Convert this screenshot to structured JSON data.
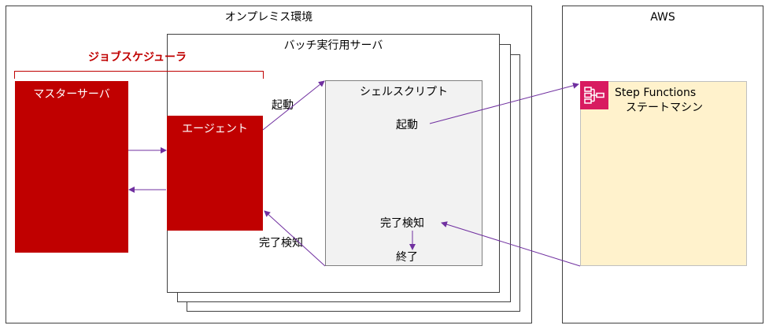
{
  "onprem": {
    "title": "オンプレミス環境"
  },
  "aws": {
    "title": "AWS"
  },
  "scheduler": {
    "title": "ジョブスケジューラ"
  },
  "master": {
    "label": "マスターサーバ"
  },
  "batch": {
    "title": "バッチ実行用サーバ"
  },
  "agent": {
    "label": "エージェント"
  },
  "shell": {
    "title": "シェルスクリプト",
    "start": "起動",
    "detect": "完了検知",
    "end": "終了"
  },
  "arrows": {
    "launch": "起動",
    "complete": "完了検知"
  },
  "step_functions": {
    "title": "Step Functions",
    "subtitle": "ステートマシン",
    "icon": "step-functions-icon"
  },
  "colors": {
    "red": "#c00000",
    "arrow": "#7030a0",
    "gray_box": "#f2f2f2",
    "sf_box": "#fff2cc",
    "sf_icon": "#d81b60"
  }
}
